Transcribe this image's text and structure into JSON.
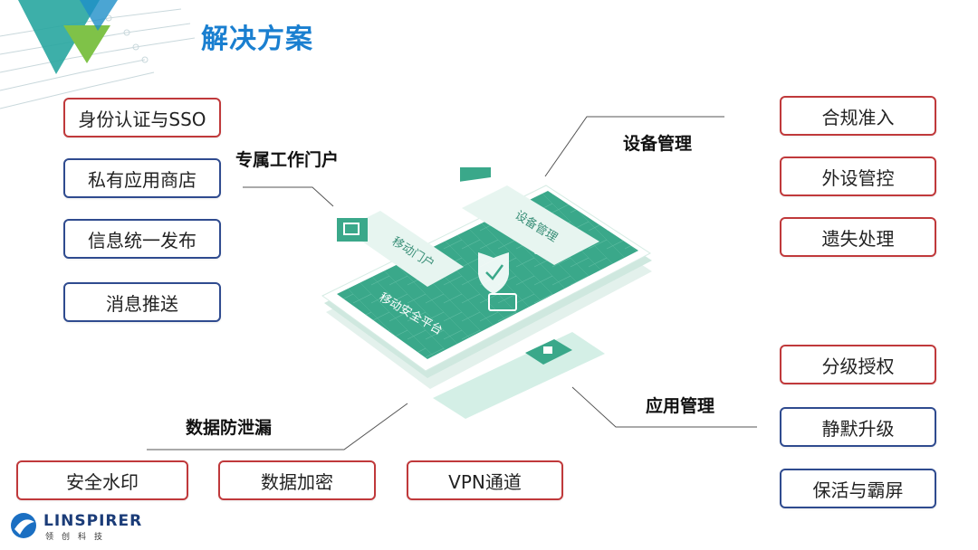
{
  "title": "解决方案",
  "headings": {
    "portal": "专属工作门户",
    "device": "设备管理",
    "data": "数据防泄漏",
    "app": "应用管理"
  },
  "portal_items": [
    "身份认证与SSO",
    "私有应用商店",
    "信息统一发布",
    "消息推送"
  ],
  "device_items": [
    "合规准入",
    "外设管控",
    "遗失处理"
  ],
  "app_items": [
    "分级授权",
    "静默升级",
    "保活与霸屏"
  ],
  "data_items": [
    "安全水印",
    "数据加密",
    "VPN通道"
  ],
  "phone": {
    "card_device": "设备管理",
    "card_portal": "移动门户",
    "screen_label": "移动安全平台"
  },
  "logo": {
    "name": "LINSPIRER",
    "sub": "领创科技"
  },
  "colors": {
    "title": "#1a7fd0",
    "red_border": "#c0393b",
    "blue_border": "#2f4b8f",
    "phone_green": "#3aa88a"
  }
}
